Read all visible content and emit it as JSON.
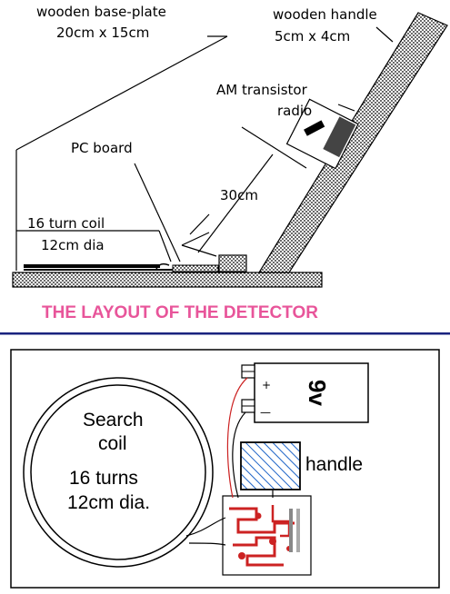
{
  "top_diagram": {
    "labels": {
      "base_plate_line1": "wooden base-plate",
      "base_plate_line2": "20cm x 15cm",
      "handle_line1": "wooden handle",
      "handle_line2": "5cm x 4cm",
      "radio_line1": "AM transistor",
      "radio_line2": "radio",
      "pc_board": "PC board",
      "distance": "30cm",
      "coil_line1": "16 turn coil",
      "coil_line2": "12cm dia"
    },
    "title": "THE LAYOUT OF THE DETECTOR",
    "title_color": "#e8559a"
  },
  "divider_color": "#1a237e",
  "bottom_diagram": {
    "search_coil_line1": "Search",
    "search_coil_line2": "coil",
    "search_coil_line3": "16 turns",
    "search_coil_line4": "12cm dia.",
    "battery_label": "9v",
    "battery_plus": "+",
    "battery_minus": "—",
    "handle_label": "handle",
    "handle_hatch_color": "#1e64c8",
    "wire_color": "#cc2222"
  }
}
